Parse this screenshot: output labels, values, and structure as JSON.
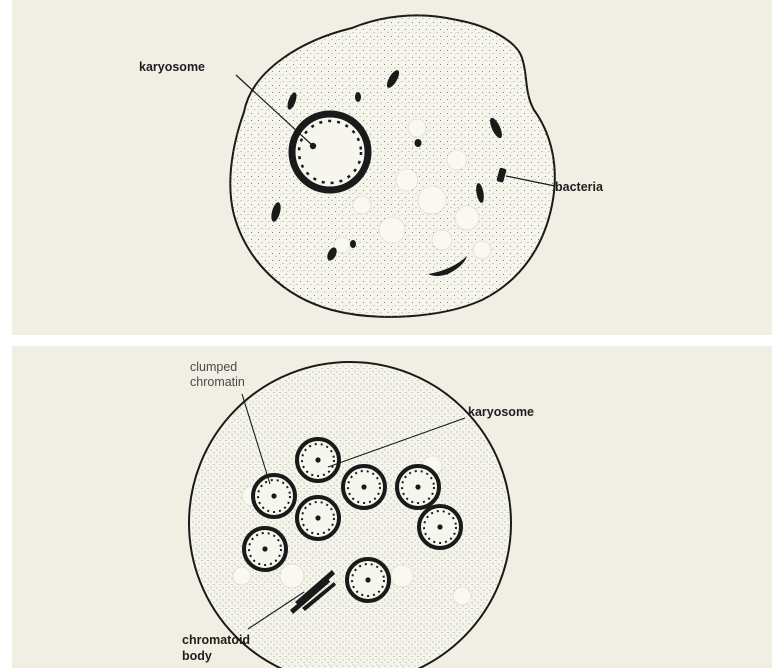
{
  "top_diagram": {
    "labels": {
      "karyosome": "karyosome",
      "bacteria": "bacteria"
    }
  },
  "bottom_diagram": {
    "labels": {
      "clumped_line1": "clumped",
      "clumped_line2": "chromatin",
      "karyosome": "karyosome",
      "chromatoid_line1": "chromatoid",
      "chromatoid_line2": "body"
    }
  },
  "colors": {
    "panel_background": "#f1efe4",
    "cell_fill": "#f6f5ec",
    "ink": "#1a1a1a"
  }
}
